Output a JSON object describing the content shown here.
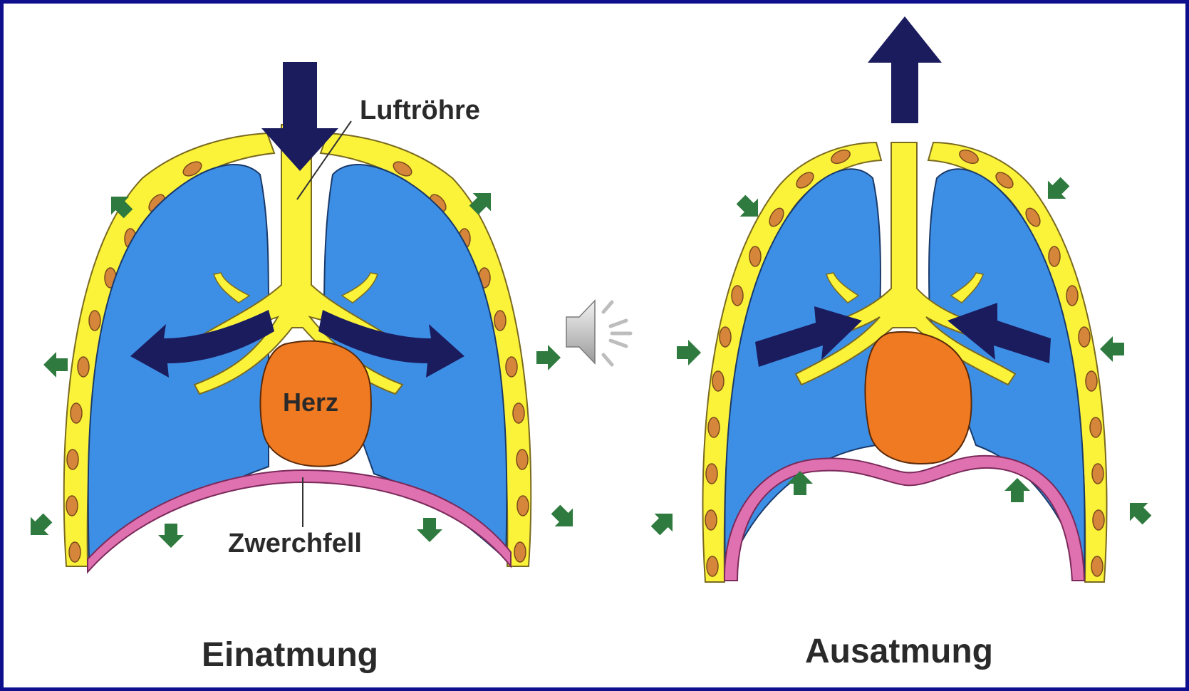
{
  "labels": {
    "trachea": "Luftröhre",
    "heart": "Herz",
    "diaphragm": "Zwerchfell",
    "inhale": "Einatmung",
    "exhale": "Ausatmung"
  },
  "colors": {
    "background_border": "#0d0f8c",
    "lung": "#3d8fe6",
    "airway": "#fbf33a",
    "heart": "#f07a22",
    "diaphragm": "#e071b0",
    "rib": "#d6863a",
    "air_arrow": "#1b1c5e",
    "movement_arrow": "#2f7a3e"
  },
  "icons": {
    "speaker": "speaker-volume-icon"
  }
}
